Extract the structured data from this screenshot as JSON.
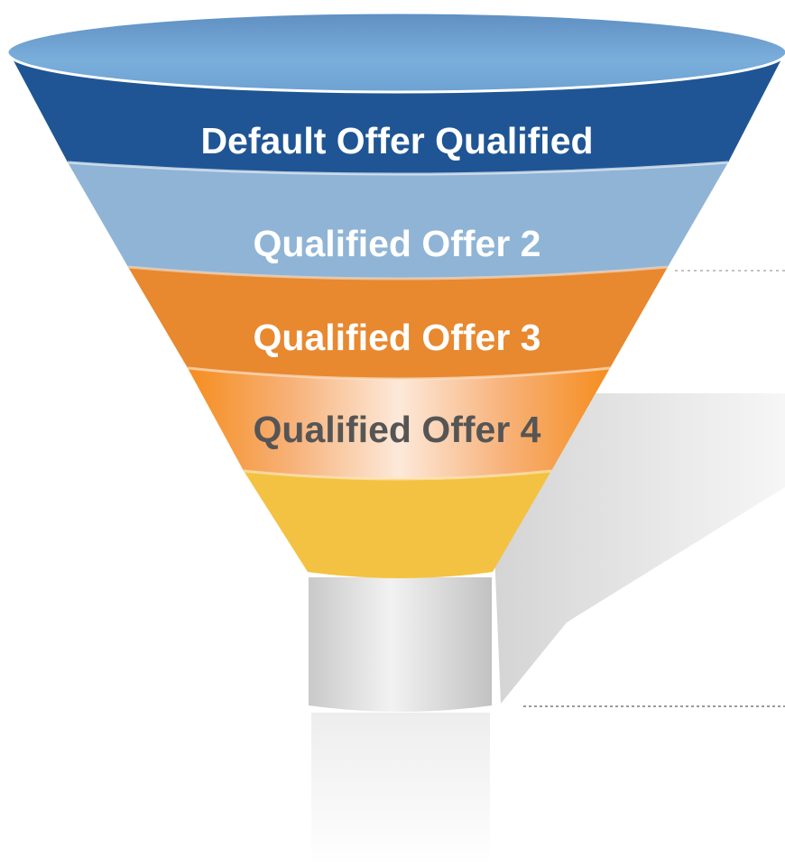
{
  "funnel": {
    "stages": [
      {
        "label": "Default Offer Qualified",
        "color": "#1f5594",
        "text_color": "#ffffff"
      },
      {
        "label": "Qualified Offer 2",
        "color": "#8fb4d6",
        "text_color": "#ffffff"
      },
      {
        "label": "Qualified Offer 3",
        "color": "#e8882f",
        "text_color": "#ffffff"
      },
      {
        "label": "Qualified Offer 4",
        "color": "#f4a055",
        "text_color": "#555555"
      },
      {
        "label": "",
        "color": "#f4c242",
        "text_color": "#ffffff"
      }
    ],
    "rim_color": "#7aaedb",
    "neck_color": "#d8d8d8",
    "shadow_color": "#e6e6e6",
    "guide_line_color": "#b0b0b0"
  }
}
